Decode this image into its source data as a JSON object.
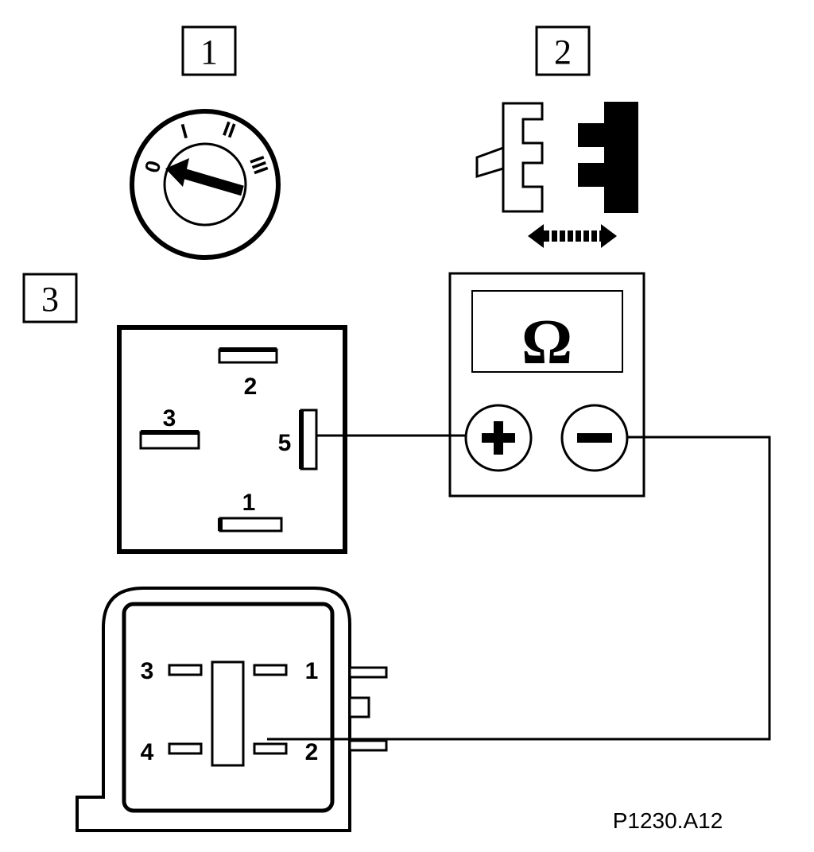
{
  "steps": {
    "s1": "1",
    "s2": "2",
    "s3": "3"
  },
  "ignition": {
    "pos0": "0",
    "pos1": "I",
    "pos2": "II",
    "pos3": "III"
  },
  "relay_socket": {
    "pin2": "2",
    "pin3": "3",
    "pin5": "5",
    "pin1": "1"
  },
  "ohmmeter": {
    "symbol": "Ω",
    "plus": "+",
    "minus": "−"
  },
  "relay": {
    "pin3": "3",
    "pin1": "1",
    "pin4": "4",
    "pin2": "2"
  },
  "reference": "P1230.A12"
}
